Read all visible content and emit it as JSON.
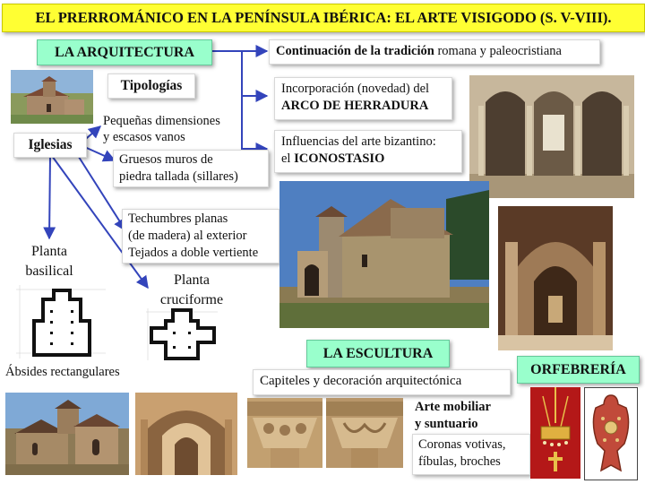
{
  "title": "EL PRERROMÁNICO EN LA PENÍNSULA IBÉRICA: EL ARTE VISIGODO (S. V-VIII).",
  "arquitectura": {
    "label": "LA ARQUITECTURA",
    "points": [
      {
        "bold": "Continuación de la tradición",
        "rest": " romana y paleocristiana"
      },
      {
        "line1": "Incorporación (novedad) del",
        "bold": "ARCO DE HERRADURA"
      },
      {
        "line1": "Influencias del arte bizantino:",
        "prefix": "el ",
        "bold": "ICONOSTASIO"
      }
    ]
  },
  "tipologias": "Tipologías",
  "iglesias": {
    "label": "Iglesias",
    "features": [
      {
        "line1": "Pequeñas dimensiones",
        "line2": "y escasos vanos"
      },
      {
        "line1": "Gruesos muros de",
        "line2": "piedra tallada (sillares)"
      },
      {
        "line1": "Techumbres planas",
        "line2": "(de madera) al exterior",
        "line3": "Tejados a doble vertiente"
      }
    ]
  },
  "plantas": {
    "basilical": {
      "line1": "Planta",
      "line2": "basilical"
    },
    "cruciforme": {
      "line1": "Planta",
      "line2": "cruciforme"
    },
    "absides": "Ábsides rectangulares"
  },
  "escultura": {
    "label": "LA ESCULTURA",
    "capiteles": "Capiteles y decoración arquitectónica"
  },
  "orfebreria": {
    "label": "ORFEBRERÍA",
    "mobiliar": {
      "line1": "Arte mobiliar",
      "line2": "y suntuario"
    },
    "items": {
      "line1": "Coronas votivas,",
      "line2": "fíbulas, broches"
    }
  },
  "colors": {
    "banner": "#ffff33",
    "label_bg": "#99ffcc",
    "arrow": "#3344bb"
  }
}
